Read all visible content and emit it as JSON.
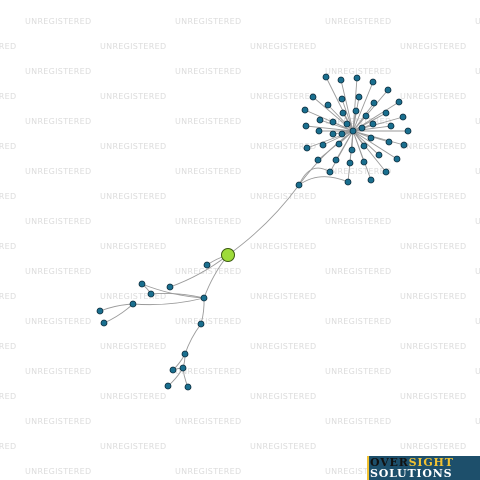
{
  "watermark": {
    "text": "UNREGISTERED"
  },
  "logo": {
    "line1_a": "OVER",
    "line1_b": "SIGHT",
    "line2": "SOLUTIONS"
  },
  "colors": {
    "node": "#1a6f8f",
    "focus_node": "#9edb3a",
    "edge": "#9a9a9a",
    "watermark": "#dcdcdc",
    "logo_bg": "#1d4f6b",
    "logo_accent": "#f1c232"
  },
  "graph": {
    "node_count": 62,
    "focus": "center",
    "edges": [
      [
        "center",
        "j1"
      ],
      [
        "j1",
        "hub"
      ],
      [
        "center",
        "a1"
      ],
      [
        "center",
        "a2"
      ],
      [
        "center",
        "a3"
      ],
      [
        "a3",
        "b1"
      ],
      [
        "a3",
        "b2"
      ],
      [
        "a3",
        "b3"
      ],
      [
        "b3",
        "b4"
      ],
      [
        "b3",
        "b5"
      ],
      [
        "b2",
        "b1"
      ],
      [
        "a3",
        "c1"
      ],
      [
        "c1",
        "c2"
      ],
      [
        "c2",
        "c3"
      ],
      [
        "c3",
        "c4"
      ],
      [
        "c3",
        "c5"
      ],
      [
        "c3",
        "c6"
      ],
      [
        "c2",
        "c4"
      ]
    ]
  }
}
